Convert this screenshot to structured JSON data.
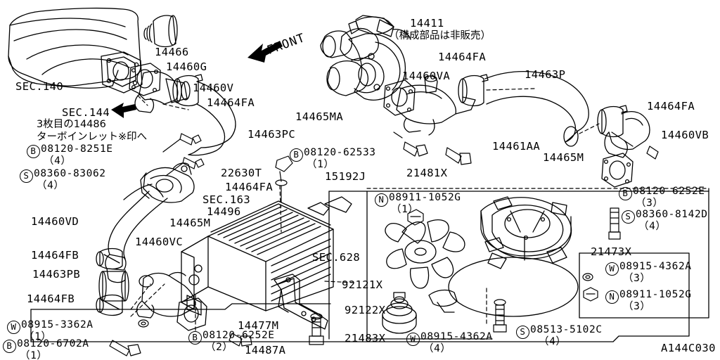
{
  "diagram": {
    "sheet_code": "A144C030",
    "front_marker": "FRONT",
    "notes": {
      "sec144_line1": "SEC.144",
      "sec144_line2": "3枚目の14486",
      "sec144_line3": "ターボインレット※印へ",
      "turbo_note": "（構成部品は非販売）"
    }
  },
  "labels": {
    "sec140": "SEC.140",
    "p14466": "14466",
    "p14460G": "14460G",
    "p14460V": "14460V",
    "p14464FA_left": "14464FA",
    "p14463PC": "14463PC",
    "p22630T": "22630T",
    "p14464FA_mid": "14464FA",
    "sec163": "SEC.163",
    "p14496": "14496",
    "p15192J": "15192J",
    "p14460VD": "14460VD",
    "p14464FB_top": "14464FB",
    "p14463PB": "14463PB",
    "p14464FB_bottom": "14464FB",
    "p14465M_left": "14465M",
    "p14460VC": "14460VC",
    "sec628": "SEC.628",
    "p14477M": "14477M",
    "p14487A": "14487A",
    "p14411": "14411",
    "p14465MA": "14465MA",
    "p14460VA": "14460VA",
    "p14464FA_turbo": "14464FA",
    "p14463P": "14463P",
    "p14464FA_right": "14464FA",
    "p14460VB": "14460VB",
    "p14465M_right": "14465M",
    "p14461AA": "14461AA",
    "p21481X": "21481X",
    "p21473X": "21473X",
    "p92121X": "92121X",
    "p92122X": "92122X",
    "p21483X": "21483X"
  },
  "fasteners": [
    {
      "id": "f1",
      "badge": "B",
      "number": "08120-8251E",
      "qty": "（4）"
    },
    {
      "id": "f2",
      "badge": "S",
      "number": "08360-83062",
      "qty": "（4）"
    },
    {
      "id": "f3",
      "badge": "B",
      "number": "08120-62533",
      "qty": "（1）"
    },
    {
      "id": "f4",
      "badge": "N",
      "number": "08911-1052G",
      "qty": "（1）"
    },
    {
      "id": "f5",
      "badge": "B",
      "number": "08120-6252E",
      "qty": "（3）"
    },
    {
      "id": "f6",
      "badge": "S",
      "number": "08360-8142D",
      "qty": "（4）"
    },
    {
      "id": "f7",
      "badge": "W",
      "number": "08915-4362A",
      "qty": "（3）"
    },
    {
      "id": "f8",
      "badge": "N",
      "number": "08911-1052G",
      "qty": "（3）"
    },
    {
      "id": "f9",
      "badge": "W",
      "number": "08915-3362A",
      "qty": "（1）"
    },
    {
      "id": "f10",
      "badge": "B",
      "number": "08120-6702A",
      "qty": "（1）"
    },
    {
      "id": "f11",
      "badge": "B",
      "number": "08120-6252E",
      "qty": "（2）"
    },
    {
      "id": "f12",
      "badge": "W",
      "number": "08915-4362A",
      "qty": "（4）"
    },
    {
      "id": "f13",
      "badge": "S",
      "number": "08513-5102C",
      "qty": "（4）"
    }
  ]
}
